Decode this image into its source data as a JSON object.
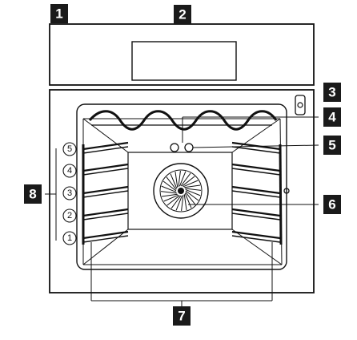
{
  "callouts": [
    {
      "id": "1",
      "label": "1"
    },
    {
      "id": "2",
      "label": "2"
    },
    {
      "id": "3",
      "label": "3"
    },
    {
      "id": "4",
      "label": "4"
    },
    {
      "id": "5",
      "label": "5"
    },
    {
      "id": "6",
      "label": "6"
    },
    {
      "id": "7",
      "label": "7"
    },
    {
      "id": "8",
      "label": "8"
    }
  ],
  "shelf_levels": [
    "5",
    "4",
    "3",
    "2",
    "1"
  ],
  "colors": {
    "callout_box": "#1a1a1a",
    "callout_text": "#ffffff",
    "line": "#111111"
  }
}
